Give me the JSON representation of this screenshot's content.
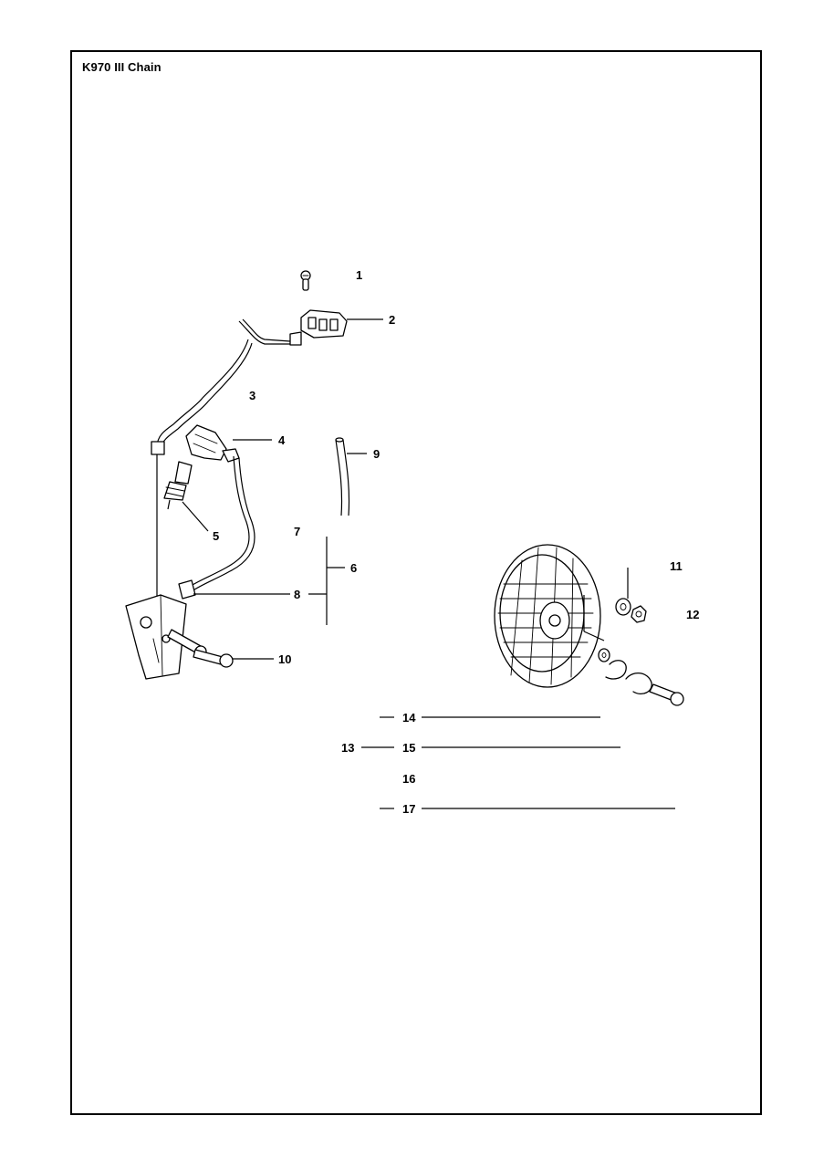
{
  "document": {
    "title": "K970 III Chain"
  },
  "callouts": {
    "c1": "1",
    "c2": "2",
    "c3": "3",
    "c4": "4",
    "c5": "5",
    "c6": "6",
    "c7": "7",
    "c8": "8",
    "c9": "9",
    "c10": "10",
    "c11": "11",
    "c12": "12",
    "c13": "13",
    "c14": "14",
    "c15": "15",
    "c16": "16",
    "c17": "17"
  }
}
